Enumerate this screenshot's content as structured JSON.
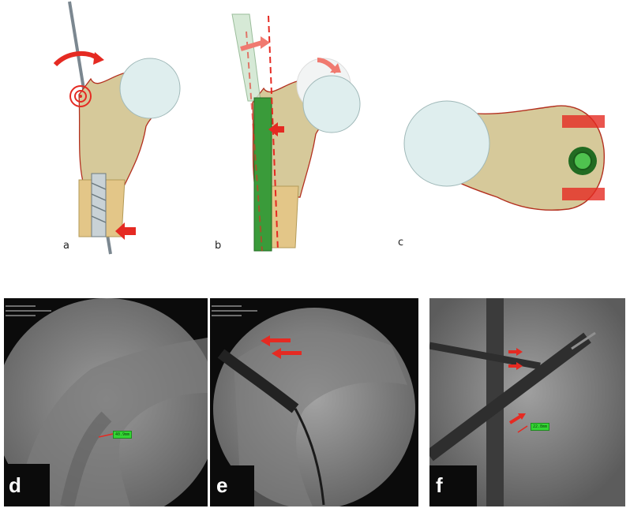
{
  "figure": {
    "panels": [
      {
        "label": "a",
        "content": "anatomical-illustration"
      },
      {
        "label": "b",
        "content": "anatomical-illustration"
      },
      {
        "label": "c",
        "content": "anatomical-illustration"
      },
      {
        "label": "d",
        "content": "fluoroscopy",
        "tag": "40.9mm"
      },
      {
        "label": "e",
        "content": "fluoroscopy"
      },
      {
        "label": "f",
        "content": "fluoroscopy",
        "tag": "22.8mm"
      }
    ],
    "colors": {
      "arrow": "#e52a22",
      "bone": "#d9cc9e",
      "femoral_head": "#dfeeee",
      "implant_green": "#3a9b3a",
      "xray_background": "#0b0b0b"
    },
    "icons": [
      "rotation-arrow-icon",
      "push-arrow-icon",
      "target-rings-icon"
    ]
  }
}
